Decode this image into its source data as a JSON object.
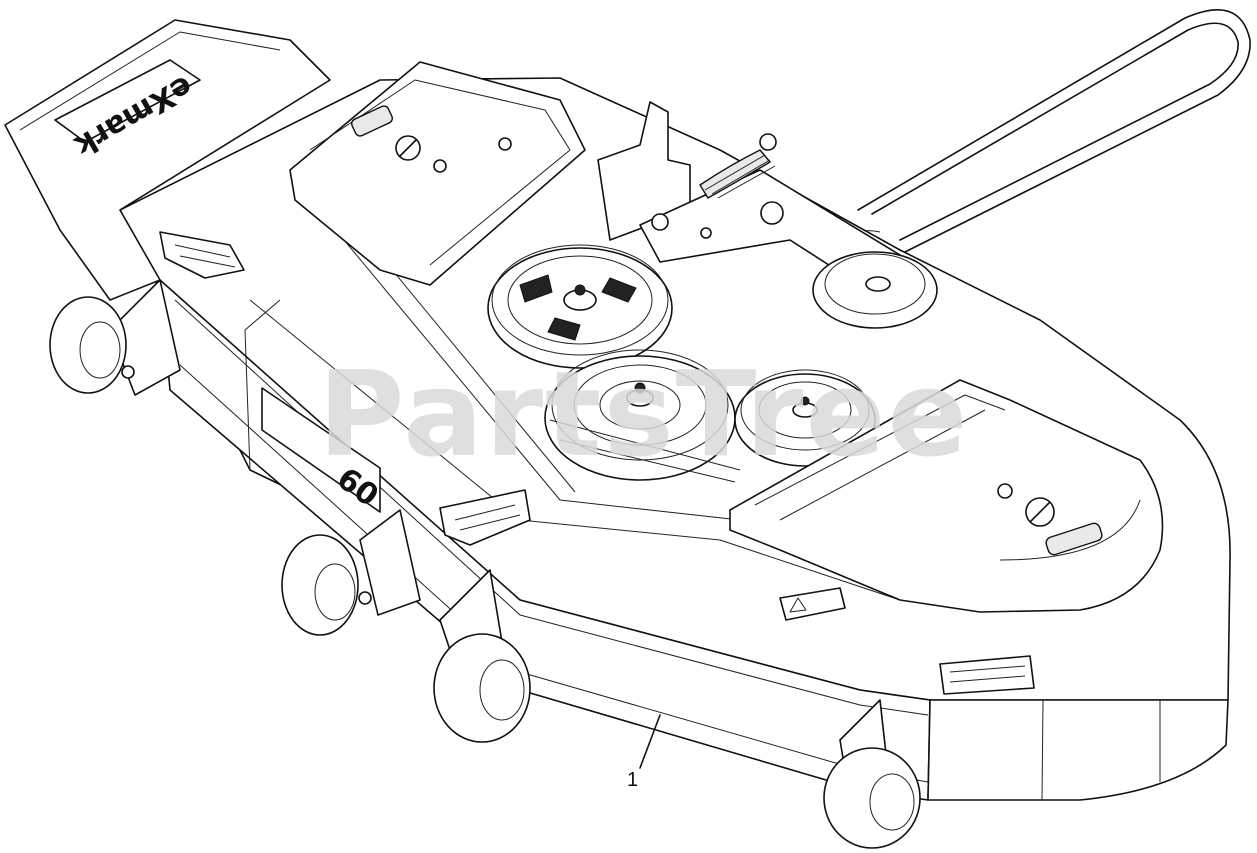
{
  "diagram": {
    "watermark": "PartsTree",
    "brand_logo_text": "eXmark",
    "deck_size_marking": "60",
    "callouts": [
      {
        "label": "1"
      }
    ]
  }
}
